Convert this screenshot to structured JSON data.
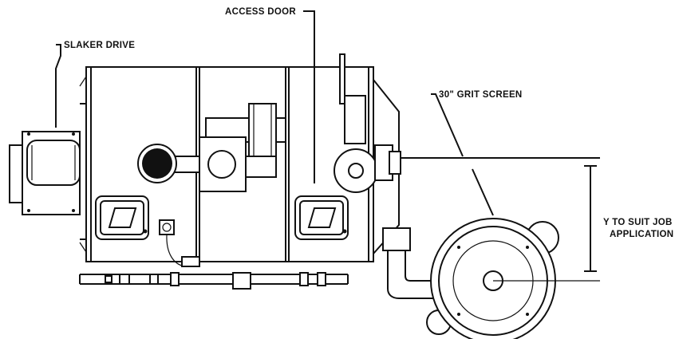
{
  "labels": {
    "slaker_drive": "SLAKER DRIVE",
    "access_door": "ACCESS DOOR",
    "grit_screen": "30\" GRIT SCREEN",
    "dimension_line1": "Y TO SUIT JOB",
    "dimension_line2": "APPLICATION"
  },
  "colors": {
    "ink": "#111111",
    "paper": "#ffffff"
  }
}
